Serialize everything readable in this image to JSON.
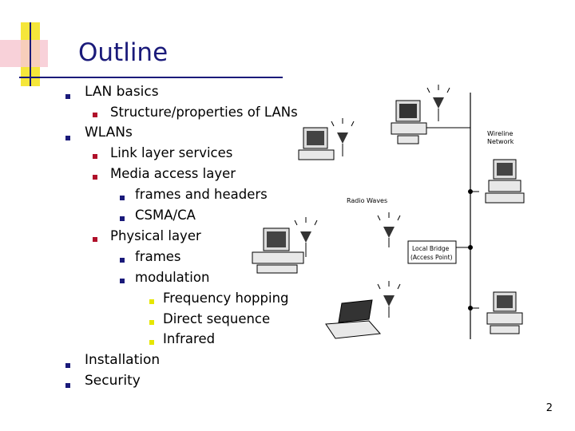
{
  "slide": {
    "title": "Outline",
    "page_number": "2",
    "accent_colors": {
      "title": "#1a1a7a",
      "bullet_l1": "#1a1a7a",
      "bullet_l2": "#b0102a",
      "bullet_l3": "#1a1a7a",
      "bullet_l4": "#e6e600"
    }
  },
  "outline": {
    "lan_basics": "LAN basics",
    "structure_properties": "Structure/properties of LANs",
    "wlans": "WLANs",
    "link_layer_services": "Link layer services",
    "media_access_layer": "Media access layer",
    "frames_and_headers": "frames and headers",
    "csma_ca": "CSMA/CA",
    "physical_layer": "Physical layer",
    "frames": "frames",
    "modulation": "modulation",
    "frequency_hopping": "Frequency hopping",
    "direct_sequence": "Direct sequence",
    "infrared": "Infrared",
    "installation": "Installation",
    "security": "Security"
  },
  "diagram": {
    "wireline_network_line1": "Wireline",
    "wireline_network_line2": "Network",
    "radio_waves": "Radio Waves",
    "local_bridge_line1": "Local Bridge",
    "local_bridge_line2": "(Access Point)"
  }
}
